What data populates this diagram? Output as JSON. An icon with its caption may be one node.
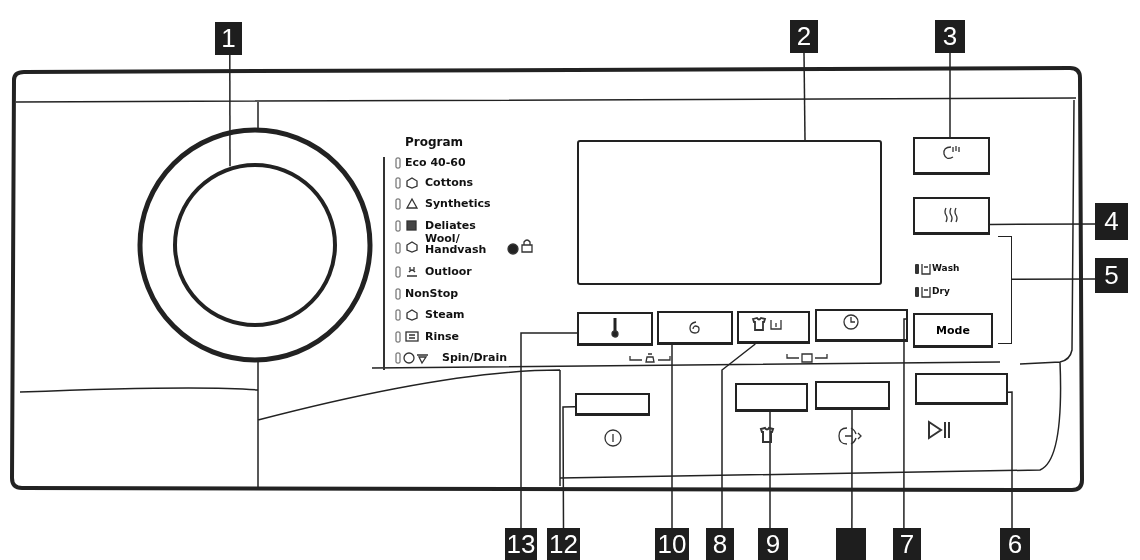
{
  "diagram": {
    "nodes": [
      {
        "text": [
          "1"
        ]
      },
      {
        "text": [
          "2"
        ]
      },
      {
        "text": [
          "3"
        ]
      },
      {
        "text": [
          "4"
        ]
      },
      {
        "text": [
          "5"
        ]
      },
      {
        "text": [
          "13"
        ]
      },
      {
        "text": [
          "12"
        ]
      },
      {
        "text": [
          "10"
        ]
      },
      {
        "text": [
          "8"
        ]
      },
      {
        "text": [
          "9"
        ]
      },
      {
        "text": [],
        "shape": "box"
      },
      {
        "text": [
          "7"
        ]
      },
      {
        "text": [
          "6"
        ]
      },
      {
        "text": [],
        "shape": "circle"
      },
      {
        "text": [],
        "shape": "box"
      },
      {
        "text": [],
        "shape": "box"
      },
      {
        "text": [],
        "shape": "box"
      },
      {
        "text": [],
        "shape": "box"
      },
      {
        "text": [],
        "shape": "box"
      },
      {
        "text": [],
        "shape": "box"
      },
      {
        "text": [],
        "shape": "box"
      },
      {
        "text": [],
        "shape": "box"
      },
      {
        "text": [],
        "shape": "box"
      },
      {
        "text": [],
        "shape": "box"
      },
      {
        "text": [],
        "shape": "box"
      },
      {
        "text": [
          "Mode"
        ]
      },
      {
        "text": [],
        "shape": "bracket"
      }
    ],
    "edges": [
      {
        "from": 0,
        "to": 13,
        "arrow": "none"
      },
      {
        "from": 1,
        "to": 14,
        "arrow": "none"
      },
      {
        "from": 2,
        "to": 15,
        "arrow": "none"
      },
      {
        "from": 3,
        "to": 16,
        "arrow": "none"
      },
      {
        "from": 4,
        "to": 26,
        "arrow": "none"
      },
      {
        "from": 5,
        "to": 17,
        "arrow": "none"
      },
      {
        "from": 6,
        "to": 21,
        "arrow": "none"
      },
      {
        "from": 7,
        "to": 18,
        "arrow": "none"
      },
      {
        "from": 8,
        "to": 19,
        "arrow": "none"
      },
      {
        "from": 9,
        "to": 22,
        "arrow": "none"
      },
      {
        "from": 10,
        "to": 23,
        "arrow": "none"
      },
      {
        "from": 11,
        "to": 20,
        "arrow": "none"
      },
      {
        "from": 12,
        "to": 24,
        "arrow": "none"
      }
    ],
    "labels": [
      "Program",
      "Eco 40-60",
      "Cottons",
      "Synthetics",
      "Deliates",
      "Wool/ Handvash",
      "Outloor",
      "NonStop",
      "Steam",
      "Rinse",
      "Spin/Drain",
      "Wash",
      "Dry"
    ]
  }
}
